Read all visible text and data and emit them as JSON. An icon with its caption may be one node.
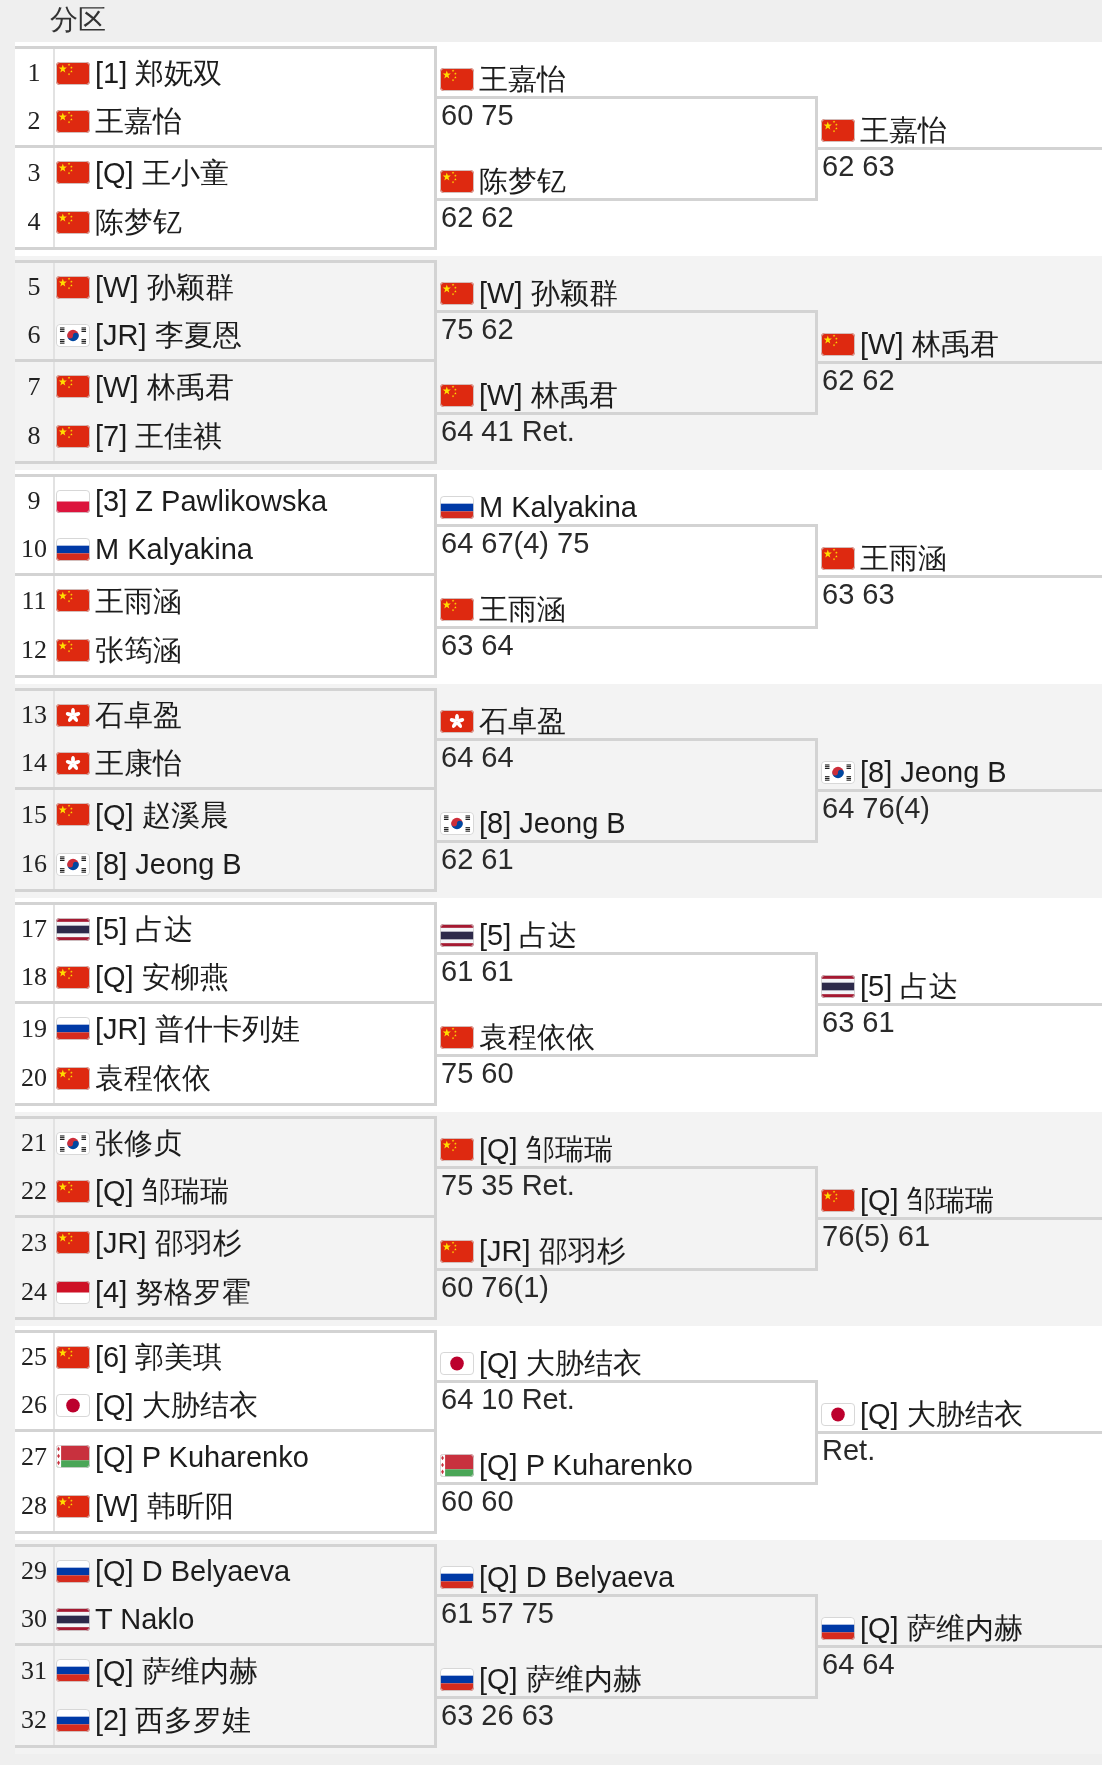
{
  "diagram": {
    "title": "分区",
    "nodes": [
      {
        "text": [],
        "shape": "box"
      },
      {
        "text": [
          "1",
          "[1] 郑妩双"
        ],
        "in": 0
      },
      {
        "text": [
          "2",
          "王嘉怡"
        ],
        "in": 0
      },
      {
        "text": [],
        "shape": "box"
      },
      {
        "text": [
          "3",
          "[Q] 王小童"
        ],
        "in": 3
      },
      {
        "text": [
          "4",
          "陈梦钇"
        ],
        "in": 3
      },
      {
        "text": [],
        "shape": "box"
      },
      {
        "text": [
          "5",
          "[W] 孙颖群"
        ],
        "in": 6
      },
      {
        "text": [
          "6",
          "[JR] 李夏恩"
        ],
        "in": 6
      },
      {
        "text": [],
        "shape": "box"
      },
      {
        "text": [
          "7",
          "[W] 林禹君"
        ],
        "in": 9
      },
      {
        "text": [
          "8",
          "[7] 王佳祺"
        ],
        "in": 9
      },
      {
        "text": [],
        "shape": "box"
      },
      {
        "text": [
          "9",
          "[3] Z Pawlikowska"
        ],
        "in": 12
      },
      {
        "text": [
          "10",
          "M Kalyakina"
        ],
        "in": 12
      },
      {
        "text": [],
        "shape": "box"
      },
      {
        "text": [
          "11",
          "王雨涵"
        ],
        "in": 15
      },
      {
        "text": [
          "12",
          "张筠涵"
        ],
        "in": 15
      },
      {
        "text": [],
        "shape": "box"
      },
      {
        "text": [
          "13",
          "石卓盈"
        ],
        "in": 18
      },
      {
        "text": [
          "14",
          "王康怡"
        ],
        "in": 18
      },
      {
        "text": [],
        "shape": "box"
      },
      {
        "text": [
          "15",
          "[Q] 赵溪晨"
        ],
        "in": 21
      },
      {
        "text": [
          "16",
          "[8] Jeong B"
        ],
        "in": 21
      },
      {
        "text": [],
        "shape": "box"
      },
      {
        "text": [
          "17",
          "[5] 占达"
        ],
        "in": 24
      },
      {
        "text": [
          "18",
          "[Q] 安柳燕"
        ],
        "in": 24
      },
      {
        "text": [],
        "shape": "box"
      },
      {
        "text": [
          "19",
          "[JR] 普什卡列娃"
        ],
        "in": 27
      },
      {
        "text": [
          "20",
          "袁程依依"
        ],
        "in": 27
      },
      {
        "text": [],
        "shape": "box"
      },
      {
        "text": [
          "21",
          "张修贞"
        ],
        "in": 30
      },
      {
        "text": [
          "22",
          "[Q] 邹瑞瑞"
        ],
        "in": 30
      },
      {
        "text": [],
        "shape": "box"
      },
      {
        "text": [
          "23",
          "[JR] 邵羽杉"
        ],
        "in": 33
      },
      {
        "text": [
          "24",
          "[4] 努格罗霍"
        ],
        "in": 33
      },
      {
        "text": [],
        "shape": "box"
      },
      {
        "text": [
          "25",
          "[6] 郭美琪"
        ],
        "in": 36
      },
      {
        "text": [
          "26",
          "[Q] 大胁结衣"
        ],
        "in": 36
      },
      {
        "text": [],
        "shape": "box"
      },
      {
        "text": [
          "27",
          "[Q] P Kuharenko"
        ],
        "in": 39
      },
      {
        "text": [
          "28",
          "[W] 韩昕阳"
        ],
        "in": 39
      },
      {
        "text": [],
        "shape": "box"
      },
      {
        "text": [
          "29",
          "[Q] D Belyaeva"
        ],
        "in": 42
      },
      {
        "text": [
          "30",
          "T Naklo"
        ],
        "in": 42
      },
      {
        "text": [],
        "shape": "box"
      },
      {
        "text": [
          "31",
          "[Q] 萨维内赫"
        ],
        "in": 45
      },
      {
        "text": [
          "32",
          "[2] 西多罗娃"
        ],
        "in": 45
      },
      {
        "text": [
          "王嘉怡",
          "60 75"
        ]
      },
      {
        "text": [
          "陈梦钇",
          "62 62"
        ]
      },
      {
        "text": [
          "[W] 孙颖群",
          "75 62"
        ]
      },
      {
        "text": [
          "[W] 林禹君",
          "64 41 Ret."
        ]
      },
      {
        "text": [
          "M Kalyakina",
          "64 67(4) 75"
        ]
      },
      {
        "text": [
          "王雨涵",
          "63 64"
        ]
      },
      {
        "text": [
          "石卓盈",
          "64 64"
        ]
      },
      {
        "text": [
          "[8] Jeong B",
          "62 61"
        ]
      },
      {
        "text": [
          "[5] 占达",
          "61 61"
        ]
      },
      {
        "text": [
          "袁程依依",
          "75 60"
        ]
      },
      {
        "text": [
          "[Q] 邹瑞瑞",
          "75 35 Ret."
        ]
      },
      {
        "text": [
          "[JR] 邵羽杉",
          "60 76(1)"
        ]
      },
      {
        "text": [
          "[Q] 大胁结衣",
          "64 10 Ret."
        ]
      },
      {
        "text": [
          "[Q] P Kuharenko",
          "60 60"
        ]
      },
      {
        "text": [
          "[Q] D Belyaeva",
          "61 57 75"
        ]
      },
      {
        "text": [
          "[Q] 萨维内赫",
          "63 26 63"
        ]
      },
      {
        "text": [
          "王嘉怡",
          "62 63"
        ]
      },
      {
        "text": [
          "[W] 林禹君",
          "62 62"
        ]
      },
      {
        "text": [
          "王雨涵",
          "63 63"
        ]
      },
      {
        "text": [
          "[8] Jeong B",
          "64 76(4)"
        ]
      },
      {
        "text": [
          "[5] 占达",
          "63 61"
        ]
      },
      {
        "text": [
          "[Q] 邹瑞瑞",
          "76(5) 61"
        ]
      },
      {
        "text": [
          "[Q] 大胁结衣",
          "Ret."
        ]
      },
      {
        "text": [
          "[Q] 萨维内赫",
          "64 64"
        ]
      }
    ],
    "edges": [
      {
        "from": 48,
        "to": 64,
        "arrow": "none"
      },
      {
        "from": 49,
        "to": 64,
        "arrow": "none"
      },
      {
        "from": 50,
        "to": 65,
        "arrow": "none"
      },
      {
        "from": 51,
        "to": 65,
        "arrow": "none"
      },
      {
        "from": 52,
        "to": 66,
        "arrow": "none"
      },
      {
        "from": 53,
        "to": 66,
        "arrow": "none"
      },
      {
        "from": 54,
        "to": 67,
        "arrow": "none"
      },
      {
        "from": 55,
        "to": 67,
        "arrow": "none"
      },
      {
        "from": 56,
        "to": 68,
        "arrow": "none"
      },
      {
        "from": 57,
        "to": 68,
        "arrow": "none"
      },
      {
        "from": 58,
        "to": 69,
        "arrow": "none"
      },
      {
        "from": 59,
        "to": 69,
        "arrow": "none"
      },
      {
        "from": 60,
        "to": 70,
        "arrow": "none"
      },
      {
        "from": 61,
        "to": 70,
        "arrow": "none"
      },
      {
        "from": 62,
        "to": 71,
        "arrow": "none"
      },
      {
        "from": 63,
        "to": 71,
        "arrow": "none"
      }
    ]
  }
}
